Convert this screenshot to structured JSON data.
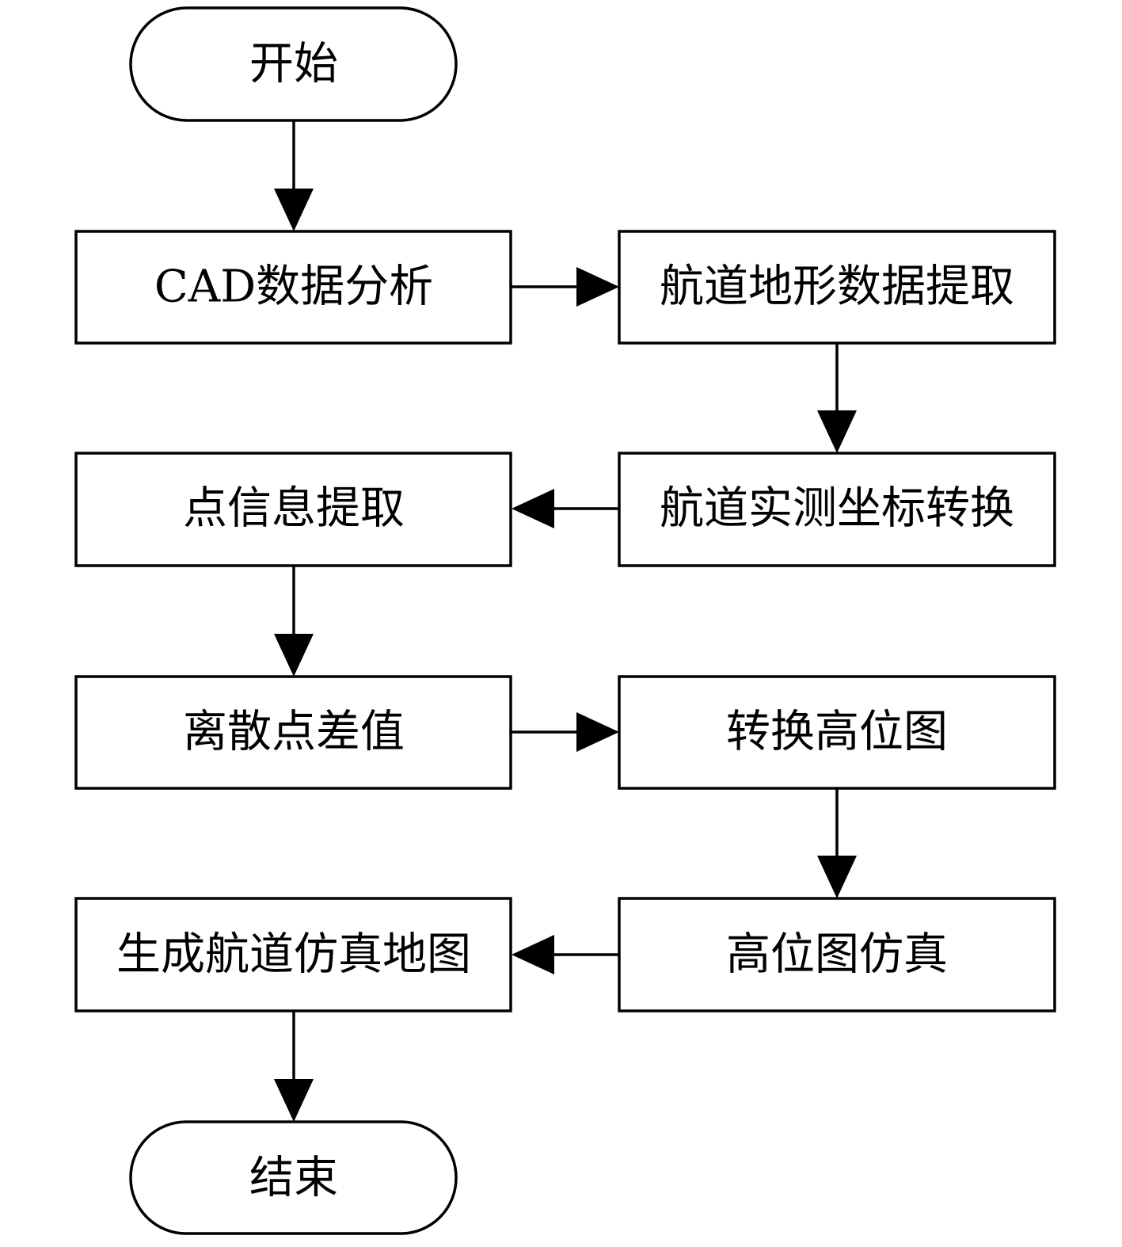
{
  "diagram": {
    "type": "flowchart",
    "nodes": [
      {
        "id": "start",
        "shape": "terminal",
        "label": "开始"
      },
      {
        "id": "cad",
        "shape": "process",
        "label": "CAD数据分析"
      },
      {
        "id": "terrain",
        "shape": "process",
        "label": "航道地形数据提取"
      },
      {
        "id": "coord",
        "shape": "process",
        "label": "航道实测坐标转换"
      },
      {
        "id": "point",
        "shape": "process",
        "label": "点信息提取"
      },
      {
        "id": "interp",
        "shape": "process",
        "label": "离散点差值"
      },
      {
        "id": "heightmap",
        "shape": "process",
        "label": "转换高位图"
      },
      {
        "id": "sim",
        "shape": "process",
        "label": "高位图仿真"
      },
      {
        "id": "map",
        "shape": "process",
        "label": "生成航道仿真地图"
      },
      {
        "id": "end",
        "shape": "terminal",
        "label": "结束"
      }
    ],
    "edges": [
      {
        "from": "start",
        "to": "cad"
      },
      {
        "from": "cad",
        "to": "terrain"
      },
      {
        "from": "terrain",
        "to": "coord"
      },
      {
        "from": "coord",
        "to": "point"
      },
      {
        "from": "point",
        "to": "interp"
      },
      {
        "from": "interp",
        "to": "heightmap"
      },
      {
        "from": "heightmap",
        "to": "sim"
      },
      {
        "from": "sim",
        "to": "map"
      },
      {
        "from": "map",
        "to": "end"
      }
    ],
    "colors": {
      "stroke": "#000000",
      "fill": "#ffffff",
      "text": "#000000"
    }
  }
}
